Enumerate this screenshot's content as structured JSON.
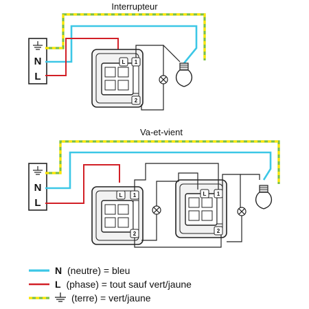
{
  "colors": {
    "neutral": "#3cc7e6",
    "phase": "#d21f26",
    "earth_green": "#7cc142",
    "earth_yellow": "#ffe500",
    "device_fill": "#f2f2f2",
    "outline": "#222222"
  },
  "sections": [
    {
      "title": "Interrupteur"
    },
    {
      "title": "Va-et-vient"
    }
  ],
  "terminal_block": {
    "neutral_letter": "N",
    "phase_letter": "L"
  },
  "switch_terminals": {
    "L": "L",
    "one": "1",
    "two": "2"
  },
  "legend": {
    "neutral": {
      "key": "N",
      "text": "(neutre) = bleu"
    },
    "phase": {
      "key": "L",
      "text": "(phase) = tout sauf vert/jaune"
    },
    "earth": {
      "text": "(terre) = vert/jaune"
    }
  },
  "icons": [
    "earth-symbol-icon",
    "lamp-icon",
    "bulb-icon",
    "switch-icon"
  ]
}
